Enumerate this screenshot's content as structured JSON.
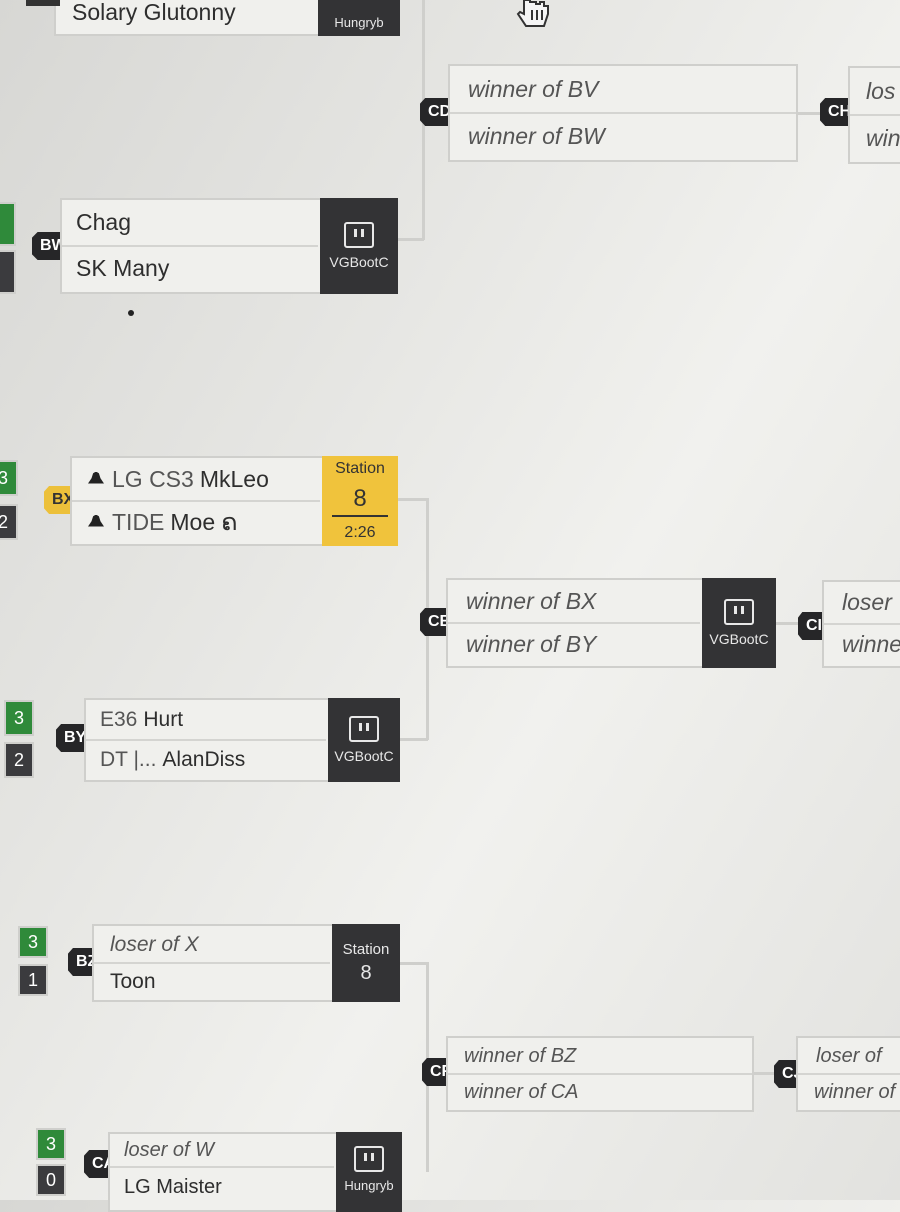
{
  "cursor_icon": "hand-pointer-icon",
  "stream_icon": "twitch-icon",
  "notify_icon": "bell-icon",
  "colors": {
    "win": "#2f8a3a",
    "active": "#ecc03a",
    "tag": "#262628"
  },
  "top_partial": {
    "name": "Solary Glutonny",
    "station": "Hungryb"
  },
  "matches": {
    "BW": {
      "tag": "BW",
      "p1": "Chag",
      "p2": "SK Many",
      "stream": "VGBootC",
      "s1": "",
      "s2": ""
    },
    "BX": {
      "tag": "BX",
      "p1_prefix": "LG CS3",
      "p1": "MkLeo",
      "p2_prefix": "TIDE",
      "p2": "Moe ຄ",
      "station_label": "Station",
      "station_num": "8",
      "timer": "2:26",
      "s1": "3",
      "s2": "2"
    },
    "BY": {
      "tag": "BY",
      "p1_prefix": "E36",
      "p1": "Hurt",
      "p2_prefix": "DT |...",
      "p2": "AlanDiss",
      "stream": "VGBootC",
      "s1": "3",
      "s2": "2"
    },
    "BZ": {
      "tag": "BZ",
      "p1": "loser of X",
      "p2": "Toon",
      "station_label": "Station",
      "station_num": "8",
      "s1": "3",
      "s2": "1"
    },
    "CA": {
      "tag": "CA",
      "p1": "loser of W",
      "p2": "LG Maister",
      "stream": "Hungryb",
      "s1": "3",
      "s2": "0"
    },
    "CD": {
      "tag": "CD",
      "p1": "winner of BV",
      "p2": "winner of BW"
    },
    "CE": {
      "tag": "CE",
      "p1": "winner of BX",
      "p2": "winner of BY",
      "stream": "VGBootC"
    },
    "CF": {
      "tag": "CF",
      "p1": "winner of BZ",
      "p2": "winner of CA"
    },
    "CH": {
      "tag": "CH",
      "p1": "los",
      "p2": "win"
    },
    "CI": {
      "tag": "CI",
      "p1": "loser",
      "p2": "winne"
    },
    "CJ": {
      "tag": "CJ",
      "p1": "loser of",
      "p2": "winner of"
    }
  }
}
